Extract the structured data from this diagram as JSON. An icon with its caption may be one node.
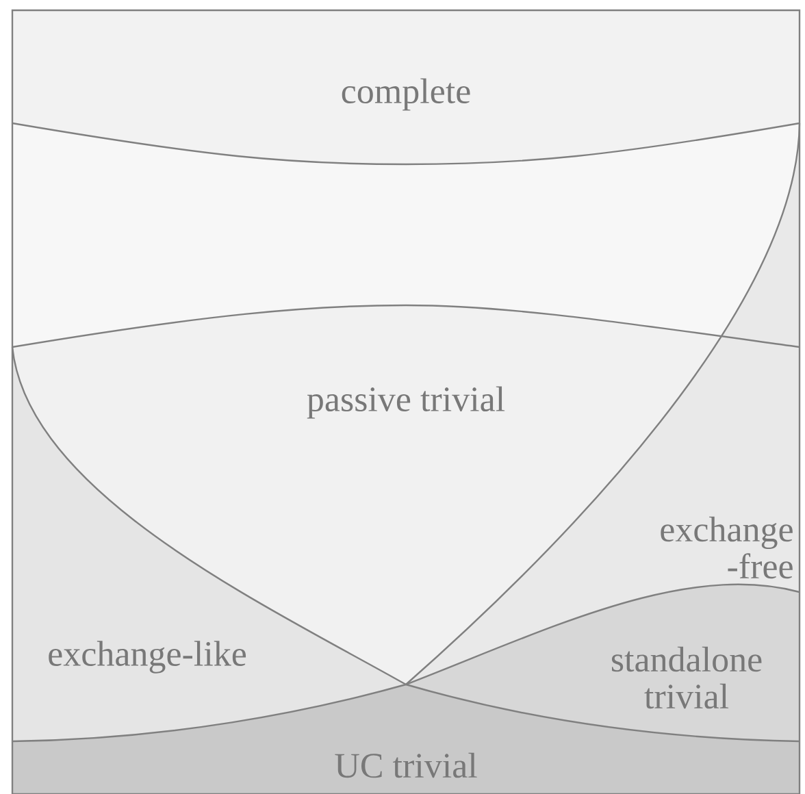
{
  "diagram": {
    "nodes": [
      {
        "text": [
          "complete"
        ]
      },
      {
        "text": [
          "passive trivial"
        ]
      },
      {
        "text": [
          "exchange -free"
        ]
      },
      {
        "text": [
          "exchange-like"
        ]
      },
      {
        "text": [
          "standalone trivial"
        ]
      },
      {
        "text": [
          "UC trivial"
        ]
      }
    ]
  }
}
